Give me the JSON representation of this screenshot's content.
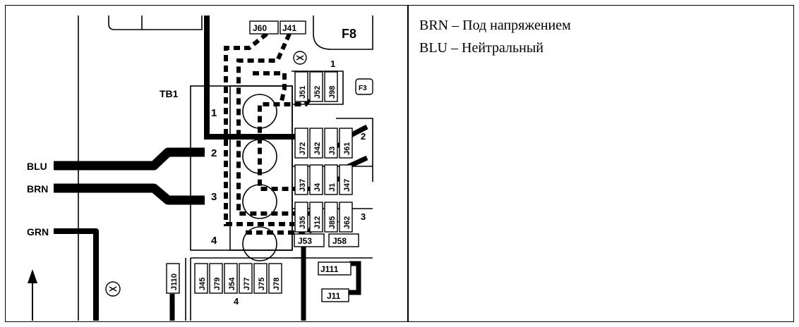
{
  "legend": {
    "line_1": "BRN – Под напряжением",
    "line_2": "BLU – Нейтральный"
  },
  "diagram": {
    "tb1": "TB1",
    "f8": "F8",
    "f3": "F3",
    "wires": {
      "blu": "BLU",
      "brn": "BRN",
      "grn": "GRN"
    },
    "tb_positions": [
      "1",
      "2",
      "3",
      "4"
    ],
    "board_marks": [
      "1",
      "2",
      "3",
      "4"
    ],
    "top_connectors": [
      "J60",
      "J41"
    ],
    "upper_vertical": [
      "J51",
      "J52",
      "J98"
    ],
    "mid_vertical": [
      "J72",
      "J42",
      "J3",
      "J61"
    ],
    "lower_vertical": [
      "J37",
      "J4",
      "J1",
      "J47"
    ],
    "bottom_row": [
      "J35",
      "J12",
      "J85",
      "J62"
    ],
    "j_horizontal": [
      "J53",
      "J58"
    ],
    "j_right": [
      "J111",
      "J11"
    ],
    "j110": "J110",
    "bottom_strip": [
      "J45",
      "J79",
      "J54",
      "J77",
      "J75",
      "J78"
    ]
  }
}
